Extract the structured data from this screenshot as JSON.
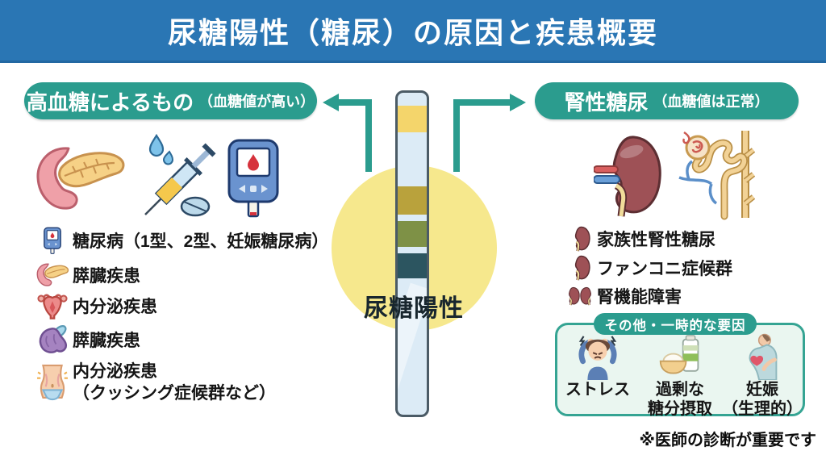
{
  "title": "尿糖陽性（糖尿）の原因と疾患概要",
  "left_panel": {
    "header": "高血糖によるもの",
    "header_note": "（血糖値が高い）",
    "big_icons": [
      "pancreas-icon",
      "insulin-syringe-icon",
      "glucose-meter-icon"
    ],
    "items": [
      {
        "label": "糖尿病（1型、2型、妊娠糖尿病）",
        "icon": "glucose-meter-icon"
      },
      {
        "label": "膵臓疾患",
        "icon": "pancreas-icon"
      },
      {
        "label": "内分泌疾患",
        "icon": "uterus-icon"
      },
      {
        "label": "膵臓疾患",
        "icon": "spleen-icon"
      },
      {
        "label": "内分泌疾患",
        "sublabel": "（クッシング症候群など）",
        "icon": "abdomen-icon"
      }
    ]
  },
  "center": {
    "strip_label": "尿糖陽性",
    "strip_bands_top_to_bottom": [
      "yellow",
      "mustard",
      "olive",
      "dark-teal"
    ]
  },
  "right_panel": {
    "header": "腎性糖尿",
    "header_note": "（血糖値は正常）",
    "big_icons": [
      "kidney-icon",
      "nephron-icon"
    ],
    "items": [
      {
        "label": "家族性腎性糖尿",
        "icon": "kidney-icon"
      },
      {
        "label": "ファンコニ症候群",
        "icon": "kidney-icon"
      },
      {
        "label": "腎機能障害",
        "icon": "kidneys-pair-icon"
      }
    ],
    "other_box": {
      "header": "その他・一時的な要因",
      "items": [
        {
          "label": "ストレス",
          "icon": "stress-person-icon"
        },
        {
          "label": "過剰な",
          "sublabel": "糖分摂取",
          "icon": "sugar-intake-icon"
        },
        {
          "label": "妊娠",
          "sublabel": "（生理的）",
          "icon": "pregnancy-icon"
        }
      ]
    }
  },
  "footnote": "※医師の診断が重要です",
  "colors": {
    "header_blue": "#2a76b4",
    "accent_teal": "#2b9c8e",
    "box_bg": "#eaf6f0",
    "circle_yellow": "#f6e88d",
    "strip_fill": "#dcebf6",
    "strip_border": "#4b5b66",
    "band_top_yellow": "#f4d56b",
    "band_mustard": "#b9a23c",
    "band_olive": "#7e9146",
    "band_dark_teal": "#2c5560"
  }
}
